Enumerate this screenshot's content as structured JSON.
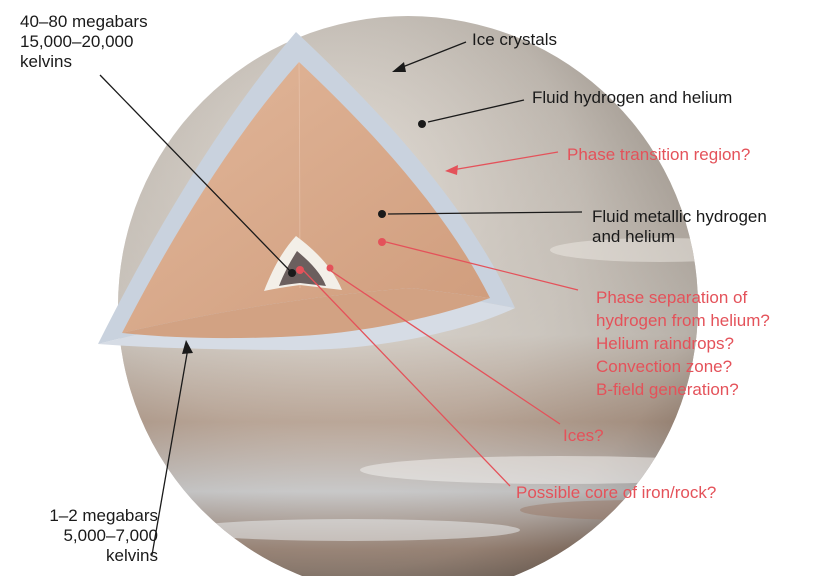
{
  "colors": {
    "black_label": "#1a1a1a",
    "red_label": "#e4525a",
    "interior": "#d9a98a",
    "ice_shell": "#c9d2de",
    "core": "#6b5f5e",
    "ice_layer": "#f3efe8"
  },
  "labels": {
    "top_pressure_lines": [
      "40–80 megabars",
      "15,000–20,000",
      "kelvins"
    ],
    "ice_crystals": "Ice crystals",
    "fluid_h_he": "Fluid hydrogen and helium",
    "phase_transition": "Phase transition region?",
    "fluid_metallic_lines": [
      "Fluid metallic hydrogen",
      "and helium"
    ],
    "phase_separation_lines": [
      "Phase separation of",
      "hydrogen from helium?",
      "Helium raindrops?",
      "Convection zone?",
      "B-field generation?"
    ],
    "ices": "Ices?",
    "possible_core": "Possible core of iron/rock?",
    "bottom_pressure_lines": [
      "1–2 megabars",
      "5,000–7,000",
      "kelvins"
    ]
  }
}
